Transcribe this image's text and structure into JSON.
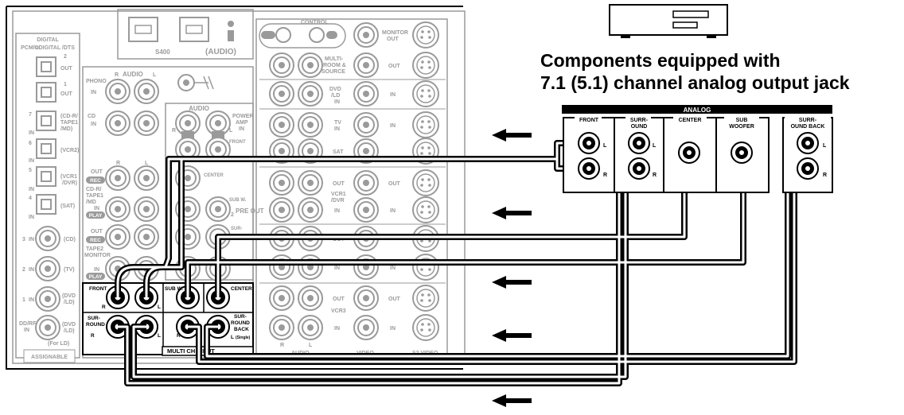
{
  "heading": {
    "line1": "Components equipped with",
    "line2": "7.1 (5.1) channel analog output jack"
  },
  "component_panel": {
    "header": "ANALOG",
    "sections": {
      "front": "FRONT",
      "surround_1": "SURR-",
      "surround_2": "OUND",
      "center": "CENTER",
      "sub_1": "SUB",
      "sub_2": "WOOFER",
      "surr_back_1": "SURR-",
      "surr_back_2": "OUND BACK"
    },
    "jack_l": "L",
    "jack_r": "R"
  },
  "receiver": {
    "digital_1": "DIGITAL",
    "digital_2": "PCM/⧉DIGITAL /DTS",
    "opt_2": "2",
    "opt_1": "1",
    "out": "OUT",
    "cd_r_1": "(CD-R/",
    "cd_r_2": "TAPE1",
    "cd_r_3": "/MD)",
    "vcr2": "(VCR2)",
    "vcr1_1": "(VCR1",
    "vcr1_2": "/DVR)",
    "sat": "(SAT)",
    "cd": "(CD)",
    "tv": "(TV)",
    "dvd_1": "(DVD",
    "dvd_2": "/LD)",
    "in": "IN",
    "num_7": "7",
    "num_6": "6",
    "num_5": "5",
    "num_4": "4",
    "num_3": "3",
    "num_2": "2",
    "num_1": "1",
    "ddrf_1": "DD/RF",
    "ddrf_2": "IN",
    "for_ld": "(For LD)",
    "assignable": "ASSIGNABLE",
    "s400": "S400",
    "audio_paren": "(AUDIO)",
    "phono": "PHONO",
    "audio": "AUDIO",
    "r": "R",
    "l": "L",
    "cd_label": "CD",
    "rec": "REC",
    "play": "PLAY",
    "cdr_tape_1": "CD-R/",
    "cdr_tape_2": "TAPE1",
    "cdr_tape_3": "/MD",
    "tape2_1": "TAPE2",
    "tape2_2": "MONITOR",
    "power_amp_1": "POWER",
    "power_amp_2": "AMP",
    "power_amp_3": "IN",
    "front": "FRONT",
    "center": "CENTER",
    "sub_w": "SUB W.",
    "pre_out": "PRE OUT",
    "two": "2",
    "surr": "SUR-",
    "control": "CONTROL",
    "monitor_1": "MONITOR",
    "monitor_2": "OUT",
    "multi_1": "MULTI-",
    "multi_2": "ROOM &",
    "multi_3": "SOURCE",
    "dvd_ld_1": "DVD",
    "dvd_ld_2": "/LD",
    "tv_label": "TV",
    "sat_label": "SAT",
    "vcr1_dvr_1": "VCR1",
    "vcr1_dvr_2": "/DVR",
    "vcr3": "VCR3",
    "video": "VIDEO",
    "s2video": "S2 VIDEO",
    "multi_front": "FRONT",
    "multi_sub": "SUB W.",
    "multi_center": "CENTER",
    "multi_surr_1": "SUR-",
    "multi_surr_2": "ROUND",
    "multi_back_1": "SUR-",
    "multi_back_2": "ROUND",
    "multi_back_3": "BACK",
    "single": "(Single)",
    "multi_ch_input": "MULTI CH INPUT"
  }
}
